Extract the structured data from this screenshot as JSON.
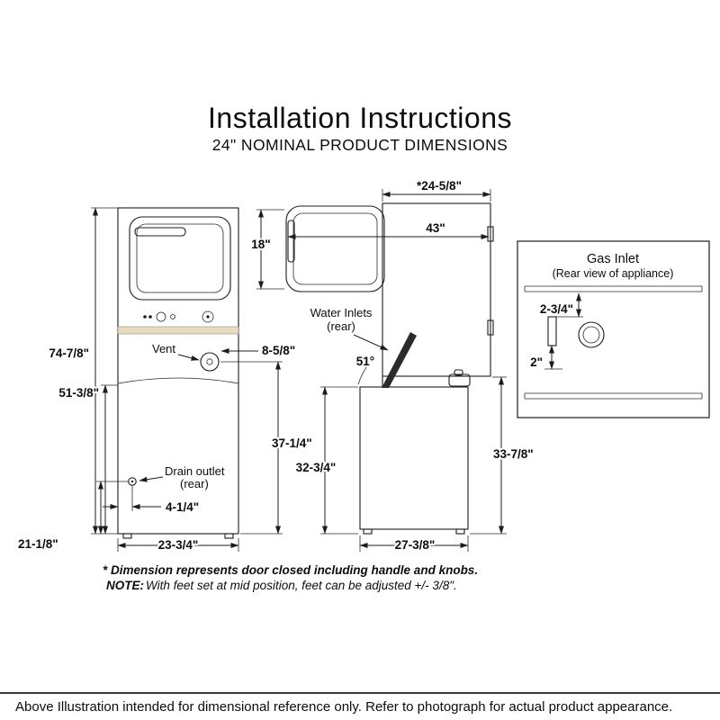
{
  "title": "Installation Instructions",
  "subtitle": "24\" NOMINAL PRODUCT DIMENSIONS",
  "front_view": {
    "labels": {
      "vent": "Vent",
      "drain_outlet": "Drain outlet",
      "drain_rear": "(rear)"
    },
    "dims": {
      "total_height": "74-7/8\"",
      "washer_section_height": "51-3/8\"",
      "drain_height": "21-1/8\"",
      "width": "23-3/4\"",
      "vent_from_side": "8-5/8\"",
      "drain_from_side": "4-1/4\"",
      "vent_height": "37-1/4\""
    }
  },
  "side_view": {
    "labels": {
      "water_inlets": "Water Inlets",
      "water_inlets_rear": "(rear)"
    },
    "dims": {
      "depth_closed": "*24-5/8\"",
      "depth_door_open": "43\"",
      "door": "18\"",
      "lid_angle": "51°",
      "washer_front_height": "32-3/4\"",
      "washer_rear_height": "33-7/8\"",
      "base_depth": "27-3/8\""
    }
  },
  "gas_inlet": {
    "title": "Gas Inlet",
    "subtitle": "(Rear view of appliance)",
    "dims": {
      "from_top": "2-3/4\"",
      "stub": "2\""
    }
  },
  "footnotes": {
    "asterisk": "* Dimension represents door closed including handle and knobs.",
    "note_label": "NOTE:",
    "note_text": "With feet set at mid position, feet can be adjusted +/- 3/8\"."
  },
  "footer": "Above Illustration intended for dimensional reference only. Refer to photograph for actual product appearance."
}
